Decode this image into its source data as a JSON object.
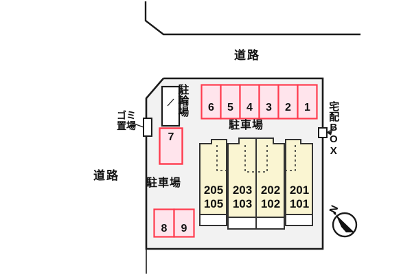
{
  "colors": {
    "site_fill": "#f2f2f2",
    "boundary_line": "#1a1a1a",
    "stall_fill": "#ffe4ec",
    "stall_stroke": "#ff3b4e",
    "building_fill": "#faf5d2",
    "building_stroke": "#333333",
    "white": "#ffffff",
    "text": "#111111"
  },
  "labels": {
    "road_top": "道路",
    "road_left": "道路",
    "parking_main": "駐車場",
    "parking_left": "駐車場",
    "bicycle_parking": "駐輪場",
    "garbage_area": "ゴミ\n置場",
    "delivery_box": "宅配BOX",
    "compass_north": "N"
  },
  "parking": {
    "top_row": {
      "title": "駐車場",
      "stalls": [
        "6",
        "5",
        "4",
        "3",
        "2",
        "1"
      ]
    },
    "left_stall": {
      "stalls": [
        "7"
      ]
    },
    "bottom_row": {
      "stalls": [
        "8",
        "9"
      ]
    }
  },
  "building": {
    "units": [
      {
        "upper": "205",
        "lower": "105"
      },
      {
        "upper": "203",
        "lower": "103"
      },
      {
        "upper": "202",
        "lower": "102"
      },
      {
        "upper": "201",
        "lower": "101"
      }
    ]
  }
}
